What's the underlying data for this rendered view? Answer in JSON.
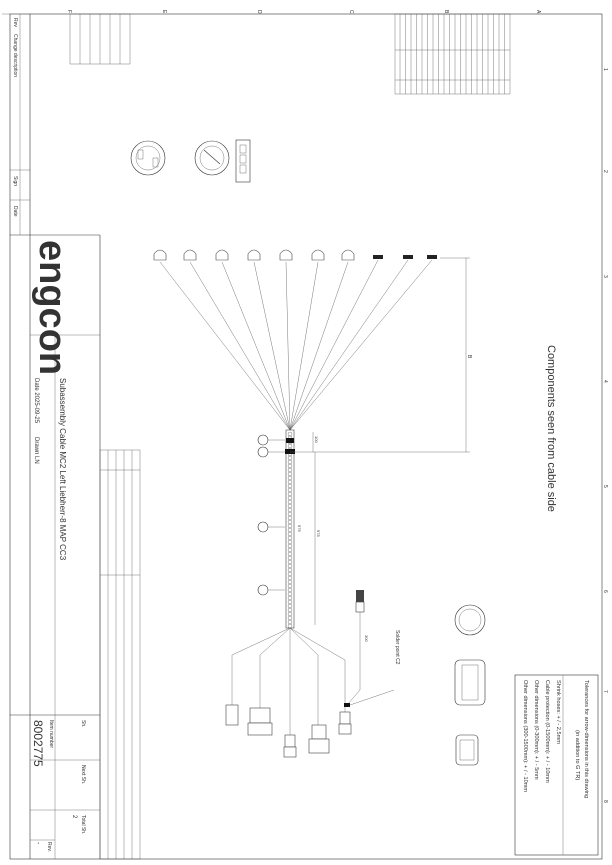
{
  "title_block": {
    "logo": "engcon",
    "description": "Subassembly Cable MC2 Left Liebherr-8 MAP CC3",
    "date_label": "Date 2025-09-25",
    "drawn_label": "Drawn LN",
    "item_number_label": "Item number",
    "item_number": "8002775",
    "sheet_label": "Sh.",
    "next_sheet_label": "Next Sh.",
    "total_sheets_label": "Total Sh.",
    "total_sheets": "2",
    "rev_label": "Rev.",
    "rev": "-",
    "rev_header": "Rev",
    "change_header": "Change description",
    "sign_header": "Sign",
    "date_header": "Date"
  },
  "notes": {
    "components_seen": "Components seen from cable side",
    "solder_point": "Solder point C2"
  },
  "tolerances": {
    "title": "Tolerances for arrow-dimensions in this drawing",
    "subtitle": "(in addition to G TR)",
    "lines": [
      "Shrink hoses: + / - 2,5mm",
      "Cable protection (0-1500mm): + / - 10mm",
      "Other dimensions (0-300mm): + / - 5mm",
      "Other dimensions (300-1500mm): + / - 10mm"
    ]
  },
  "grid": {
    "letters": [
      "F",
      "E",
      "D",
      "C",
      "B",
      "A"
    ],
    "numbers": [
      "1",
      "2",
      "3",
      "4",
      "5",
      "6",
      "7",
      "8"
    ]
  },
  "dimensions": {
    "fan_length": "B",
    "sleeve_top": "100",
    "sleeve_length": "975",
    "bundle_length": "975",
    "branch": "300"
  }
}
